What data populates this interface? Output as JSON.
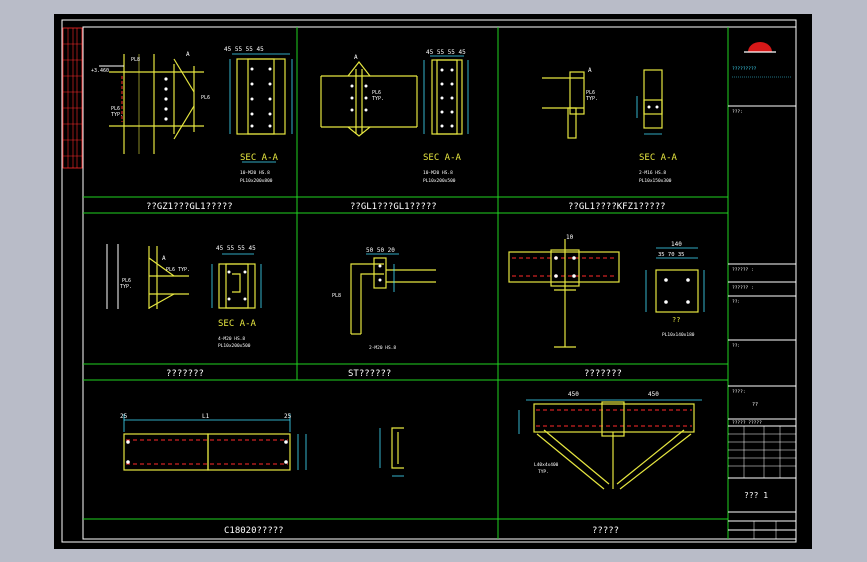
{
  "panels": {
    "p1": {
      "caption": "??GZ1???GL1?????",
      "sec": "SEC A-A",
      "notes": [
        "10-M20 HS.8",
        "PL10x200x800"
      ],
      "dim_top": "45 55 55 45",
      "mark_a": "A",
      "elev": "+3.460",
      "pl_a": "PL8",
      "pl_b": "PL6",
      "pl_c": "PL6",
      "typ": "TYP."
    },
    "p2": {
      "caption": "??GL1???GL1?????",
      "sec": "SEC A-A",
      "notes": [
        "10-M20 HS.8",
        "PL10x200x500"
      ],
      "dim_top": "45 55 55 45",
      "mark_a": "A",
      "pl": "PL6",
      "typ": "TYP."
    },
    "p3": {
      "caption": "??GL1????KFZ1?????",
      "sec": "SEC A-A",
      "notes": [
        "2-M16 HS.8",
        "PL10x150x300"
      ],
      "mark_a": "A",
      "pl": "PL6",
      "typ": "TYP."
    },
    "p4": {
      "caption": "???????",
      "sec": "SEC A-A",
      "notes": [
        "4-M20 HS.8",
        "PL10x200x500"
      ],
      "dim_top": "45 55 55 45",
      "mark_a": "A",
      "pl": "PL6",
      "pl_typ": "PL6 TYP.",
      "typ": "TYP."
    },
    "p5": {
      "caption": "ST??????",
      "notes": [
        "2-M20 HS.8"
      ],
      "dim_top": "50 50 20",
      "pl": "PL8"
    },
    "p6": {
      "caption": "???????",
      "notes": [
        "PL10x140x180"
      ],
      "dim_top": "140",
      "dim_sub": "35 70 35",
      "mark": "10",
      "tag": "??"
    },
    "p7": {
      "caption": "C18020?????",
      "l1": "L1",
      "d25a": "25",
      "d25b": "25"
    },
    "p8": {
      "caption": "?????",
      "d450a": "450",
      "d450b": "450",
      "brace": "L40x4x400",
      "typ": "TYP."
    }
  },
  "title_block": {
    "company": "?????????",
    "sheet": "??? 1",
    "labels": [
      "???:",
      "?????? :",
      "?????? :",
      "??:",
      "??:",
      "????:",
      "????? ?????"
    ],
    "scale": "??"
  },
  "left_strip": "??? ??? ??",
  "colors": {
    "bg": "#000000",
    "frame": "#ffffff",
    "grid": "#1fd21f",
    "steel": "#e6e640",
    "dim": "#40e0ff",
    "hidden": "#ff2a2a",
    "logo": "#d61818"
  }
}
